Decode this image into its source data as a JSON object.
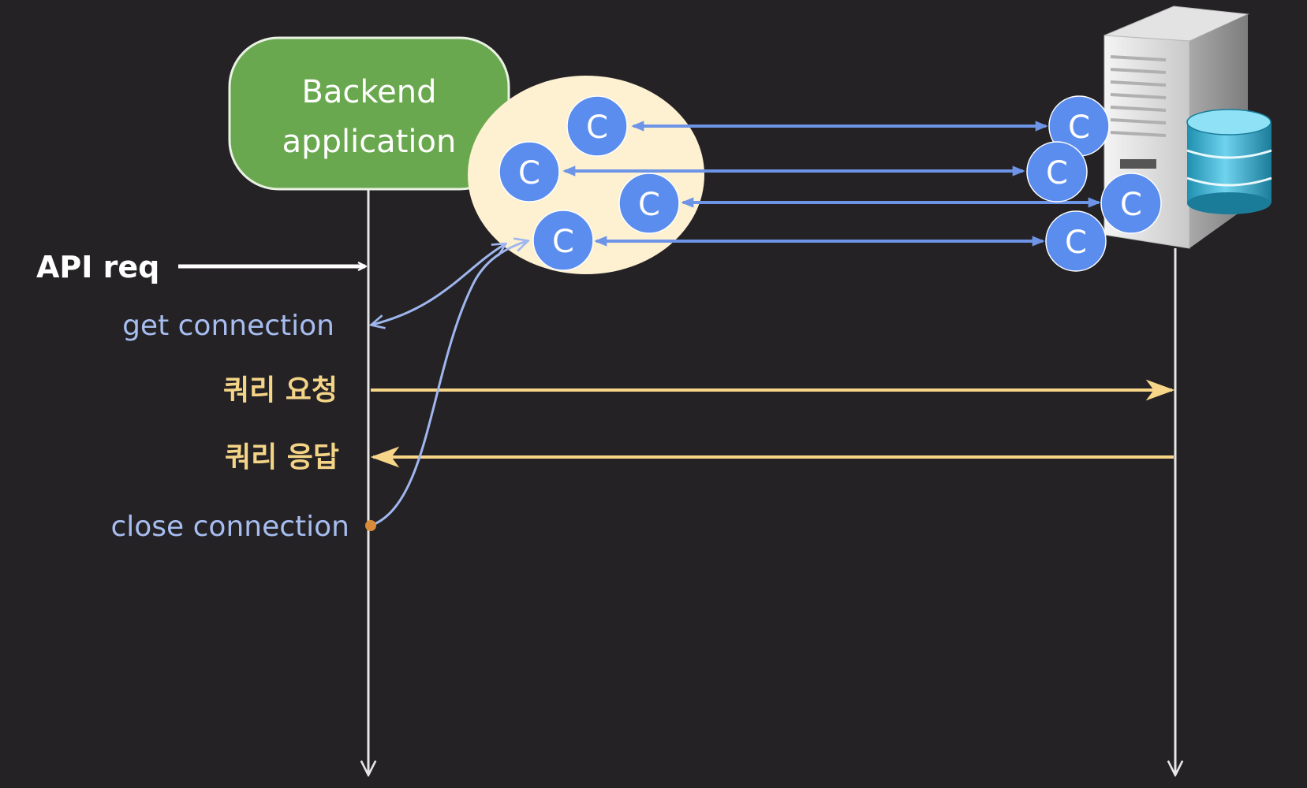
{
  "backend": {
    "title_line1": "Backend",
    "title_line2": "application"
  },
  "connection_symbol": "C",
  "labels": {
    "api_req": "API req",
    "get_connection": "get connection",
    "query_request": "쿼리 요청",
    "query_response": "쿼리 응답",
    "close_connection": "close connection"
  },
  "icons": {
    "server": "server-tower-icon",
    "database": "database-cylinder-icon"
  },
  "colors": {
    "background": "#242224",
    "backend_box": "#6aa84f",
    "pool_ellipse": "#fdf1d2",
    "connection_circle": "#5b8def",
    "connection_arrow": "#6d94e6",
    "connection_label": "#a7bdf0",
    "query_arrow": "#f7d689",
    "query_label": "#f4d487",
    "api_label": "#ffffff",
    "lifeline": "#e6e6e6"
  }
}
